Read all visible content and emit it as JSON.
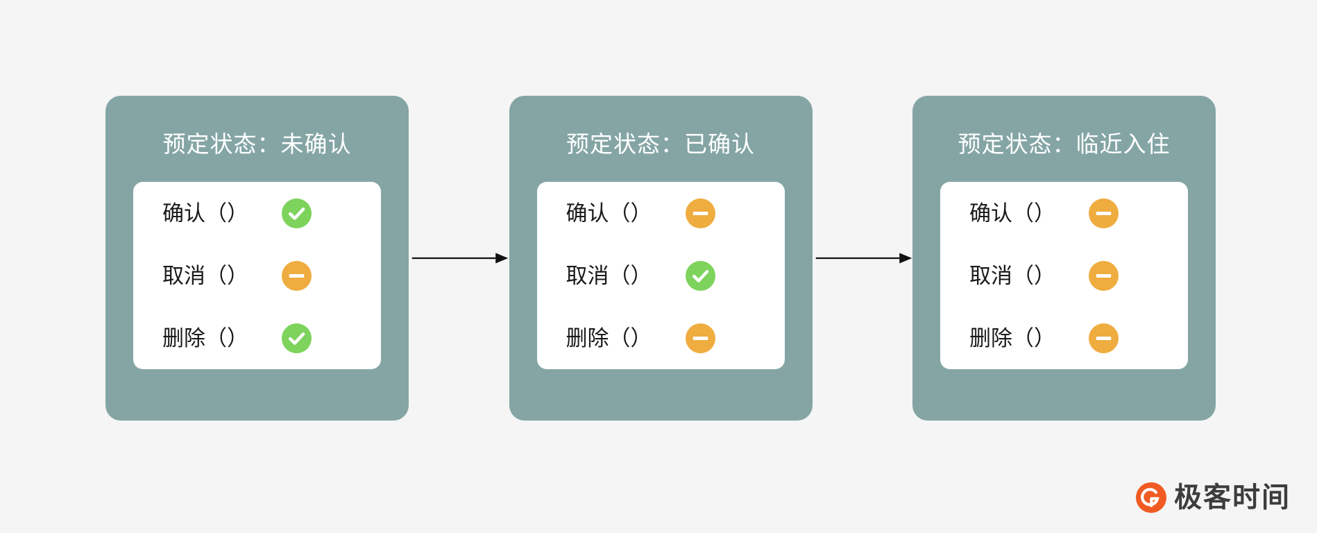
{
  "background_color": "#f4f5f4",
  "colors": {
    "panel": "#85a5a5",
    "card": "#ffffff",
    "title_text": "#ffffff",
    "row_text": "#1a1a1a",
    "allowed": "#7ed35c",
    "blocked": "#efac3f",
    "arrow": "#111111",
    "watermark_mark": "#f05a23",
    "watermark_text": "#3d3d3d"
  },
  "diagram": {
    "type": "state-transition",
    "panels": [
      {
        "title": "预定状态：未确认",
        "rows": [
          {
            "label": "确认（）",
            "icon": "check-circle-icon",
            "status": "allowed"
          },
          {
            "label": "取消（）",
            "icon": "minus-circle-icon",
            "status": "blocked"
          },
          {
            "label": "删除（）",
            "icon": "check-circle-icon",
            "status": "allowed"
          }
        ]
      },
      {
        "title": "预定状态：已确认",
        "rows": [
          {
            "label": "确认（）",
            "icon": "minus-circle-icon",
            "status": "blocked"
          },
          {
            "label": "取消（）",
            "icon": "check-circle-icon",
            "status": "allowed"
          },
          {
            "label": "删除（）",
            "icon": "minus-circle-icon",
            "status": "blocked"
          }
        ]
      },
      {
        "title": "预定状态：临近入住",
        "rows": [
          {
            "label": "确认（）",
            "icon": "minus-circle-icon",
            "status": "blocked"
          },
          {
            "label": "取消（）",
            "icon": "minus-circle-icon",
            "status": "blocked"
          },
          {
            "label": "删除（）",
            "icon": "minus-circle-icon",
            "status": "blocked"
          }
        ]
      }
    ],
    "connectors": [
      {
        "from": 0,
        "to": 1,
        "icon": "arrow-right-icon"
      },
      {
        "from": 1,
        "to": 2,
        "icon": "arrow-right-icon"
      }
    ]
  },
  "watermark": {
    "text": "极客时间",
    "mark": "geekbang-logo-icon"
  }
}
